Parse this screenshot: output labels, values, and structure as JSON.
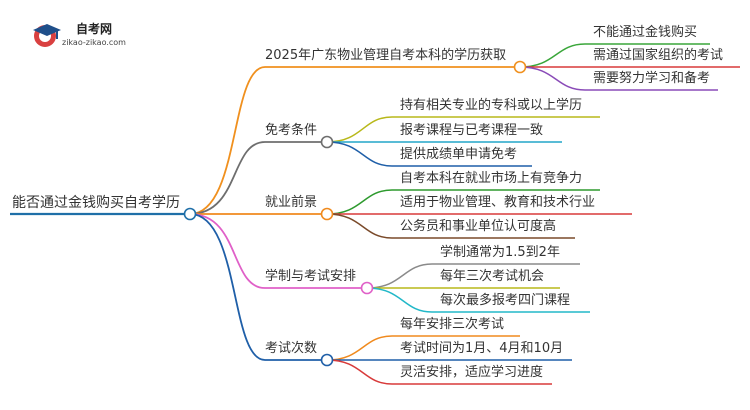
{
  "logo": {
    "title": "自考网",
    "url": "zikao-zikao.com",
    "icon": "graduation-cap-icon"
  },
  "root": {
    "label": "能否通过金钱购买自考学历",
    "color": "#1f6fa8"
  },
  "branches": [
    {
      "label": "2025年广东物业管理自考本科的学历获取",
      "color": "#f0901e",
      "children": [
        {
          "label": "不能通过金钱购买",
          "color": "#3aa63a"
        },
        {
          "label": "需通过国家组织的考试",
          "color": "#d83a3a"
        },
        {
          "label": "需要努力学习和备考",
          "color": "#8a4bb8"
        }
      ]
    },
    {
      "label": "免考条件",
      "color": "#6e6e6e",
      "children": [
        {
          "label": "持有相关专业的专科或以上学历",
          "color": "#b8b81a"
        },
        {
          "label": "报考课程与已考课程一致",
          "color": "#22a5c8"
        },
        {
          "label": "提供成绩单申请免考",
          "color": "#1f5fa8"
        }
      ]
    },
    {
      "label": "就业前景",
      "color": "#f08a1e",
      "children": [
        {
          "label": "自考本科在就业市场上有竞争力",
          "color": "#2e9a2e"
        },
        {
          "label": "适用于物业管理、教育和技术行业",
          "color": "#d83a3a"
        },
        {
          "label": "公务员和事业单位认可度高",
          "color": "#7a4a2a"
        }
      ]
    },
    {
      "label": "学制与考试安排",
      "color": "#e060c8",
      "children": [
        {
          "label": "学制通常为1.5到2年",
          "color": "#8a8a8a"
        },
        {
          "label": "每年三次考试机会",
          "color": "#b8b81a"
        },
        {
          "label": "每次最多报考四门课程",
          "color": "#22b8c8"
        }
      ]
    },
    {
      "label": "考试次数",
      "color": "#1f5fa8",
      "children": [
        {
          "label": "每年安排三次考试",
          "color": "#f08a1e"
        },
        {
          "label": "考试时间为1月、4月和10月",
          "color": "#1f5fa8"
        },
        {
          "label": "灵活安排，适应学习进度",
          "color": "#d83a3a"
        }
      ]
    }
  ]
}
